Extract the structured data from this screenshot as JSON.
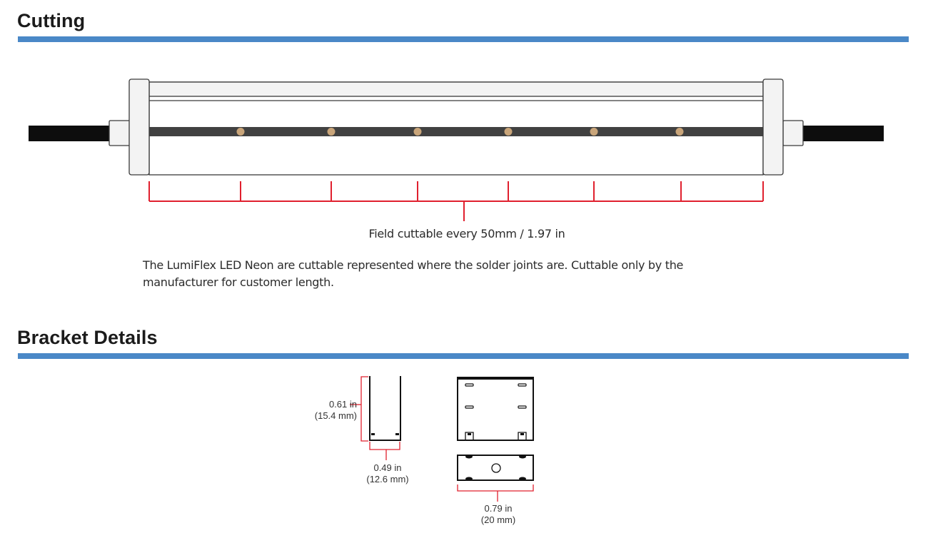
{
  "sections": {
    "cutting": {
      "title": "Cutting",
      "caption": "Field cuttable every 50mm / 1.97 in",
      "description": "The LumiFlex LED Neon are cuttable represented where the solder joints are. Cuttable only by the manufacturer for customer length."
    },
    "bracket": {
      "title": "Bracket Details",
      "dimensions": {
        "height": {
          "inches": "0.61 in",
          "mm": "(15.4 mm)"
        },
        "width": {
          "inches": "0.49 in",
          "mm": "(12.6 mm)"
        },
        "depth": {
          "inches": "0.79 in",
          "mm": "(20 mm)"
        }
      }
    }
  },
  "colors": {
    "accent_rule": "#4a88c7",
    "dimension_line": "#e0202e",
    "led_dot": "#c9a57a",
    "strip": "#414141",
    "cable": "#0d0d0d",
    "housing_fill": "#f3f3f3",
    "outline": "#3a3a3a"
  },
  "led_positions_x": [
    337,
    464,
    585,
    712,
    832,
    952
  ],
  "cut_marks_x": [
    209,
    337,
    464,
    585,
    712,
    832,
    954,
    1069
  ]
}
